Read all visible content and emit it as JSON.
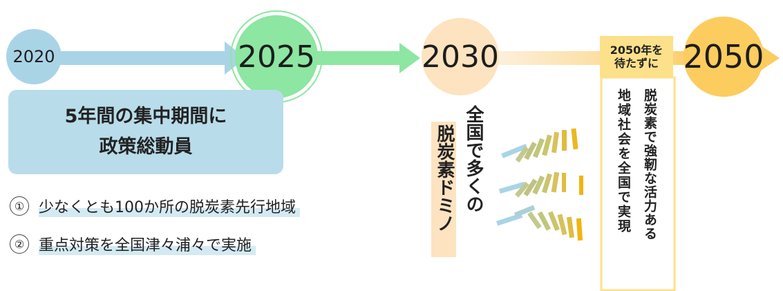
{
  "timeline": {
    "years": [
      "2020",
      "2025",
      "2030",
      "2050"
    ],
    "before_2050_tag": "2050年を\n待たずに"
  },
  "left_box": {
    "line1": "5年間の集中期間に",
    "line2": "政策総動員"
  },
  "items": [
    {
      "num": "①",
      "text": "少なくとも100か所の脱炭素先行地域"
    },
    {
      "num": "②",
      "text": "重点対策を全国津々浦々で実施"
    }
  ],
  "middle": {
    "col_right": "全国で多くの",
    "col_left": "脱炭素ドミノ"
  },
  "right_panel": {
    "col_right": "脱炭素で強靭な活力ある",
    "col_left": "地域社会を全国で実現"
  },
  "colors": {
    "blue": "#a9d4e6",
    "green": "#8de6a1",
    "peach": "#fde3c0",
    "gold": "#fccc5f",
    "box": "#b9dcea"
  }
}
